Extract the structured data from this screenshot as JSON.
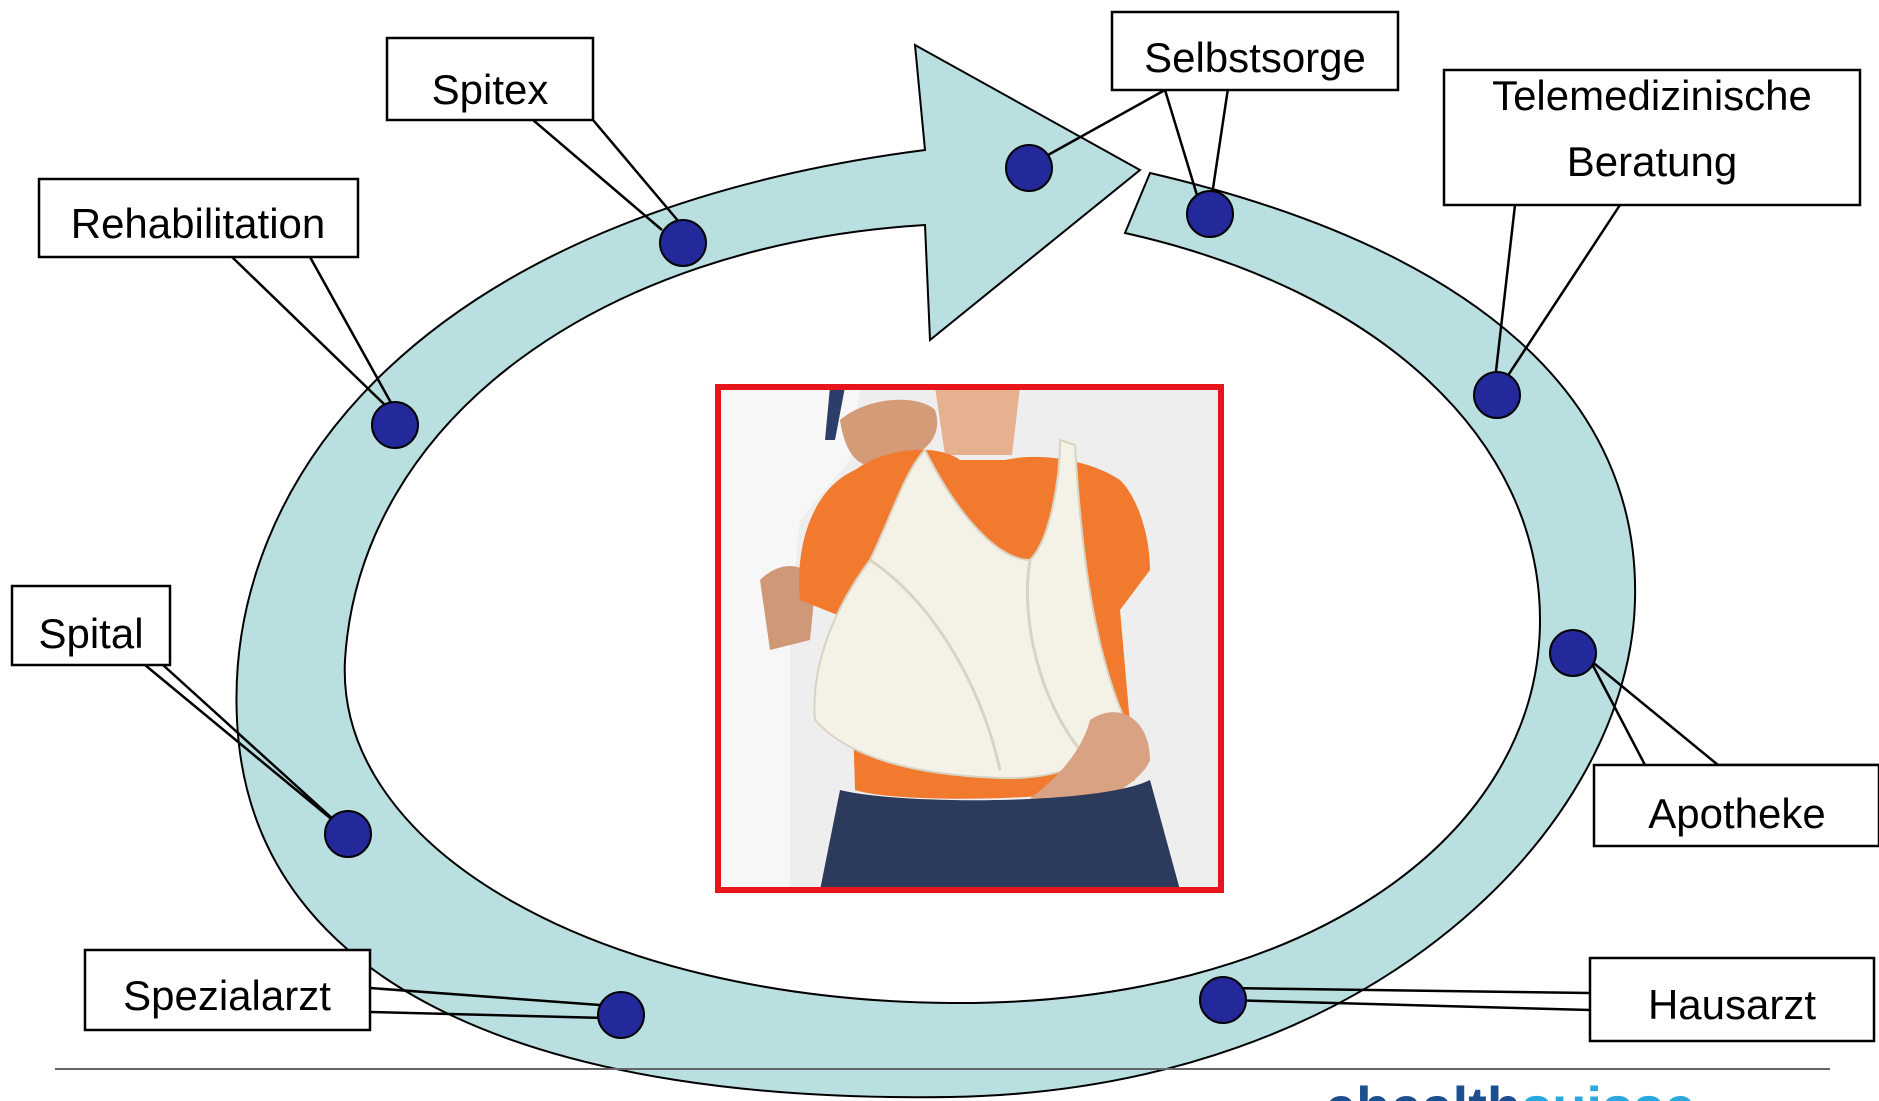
{
  "diagram": {
    "labels": {
      "spitex": "Spitex",
      "selbstsorge": "Selbstsorge",
      "telemed_line1": "Telemedizinische",
      "telemed_line2": "Beratung",
      "rehabilitation": "Rehabilitation",
      "spital": "Spital",
      "apotheke": "Apotheke",
      "spezialarzt": "Spezialarzt",
      "hausarzt": "Hausarzt"
    },
    "photo": {
      "subject": "woman-with-arm-sling",
      "frame_color": "#e8141b"
    },
    "logo": {
      "part1": "ehealth",
      "part2": "suisse"
    },
    "colors": {
      "ring_fill": "#b9dfe1",
      "node_fill": "#23299a",
      "outline": "#000000"
    }
  }
}
